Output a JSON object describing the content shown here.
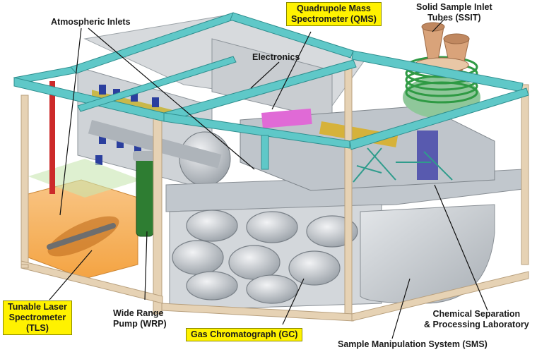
{
  "labels": {
    "atmospheric_inlets": "Atmospheric Inlets",
    "qms_line1": "Quadrupole Mass",
    "qms_line2": "Spectrometer (QMS)",
    "ssit_line1": "Solid Sample Inlet",
    "ssit_line2": "Tubes (SSIT)",
    "electronics": "Electronics",
    "tls_line1": "Tunable Laser",
    "tls_line2": "Spectrometer",
    "tls_line3": "(TLS)",
    "wrp_line1": "Wide Range",
    "wrp_line2": "Pump (WRP)",
    "gc": "Gas Chromatograph (GC)",
    "cspl_line1": "Chemical Separation",
    "cspl_line2": "& Processing Laboratory",
    "sms": "Sample Manipulation System (SMS)"
  },
  "colors": {
    "highlight_box": "#fff200",
    "frame_teal": "#5fc8c8",
    "frame_beige": "#e6d2b4",
    "tls_orange": "#f7a53c",
    "wrp_green": "#2e7d32",
    "ssit_tan": "#d9a37a",
    "ssit_rings": "#3aa64b",
    "gc_grey": "#c8ccd0"
  }
}
